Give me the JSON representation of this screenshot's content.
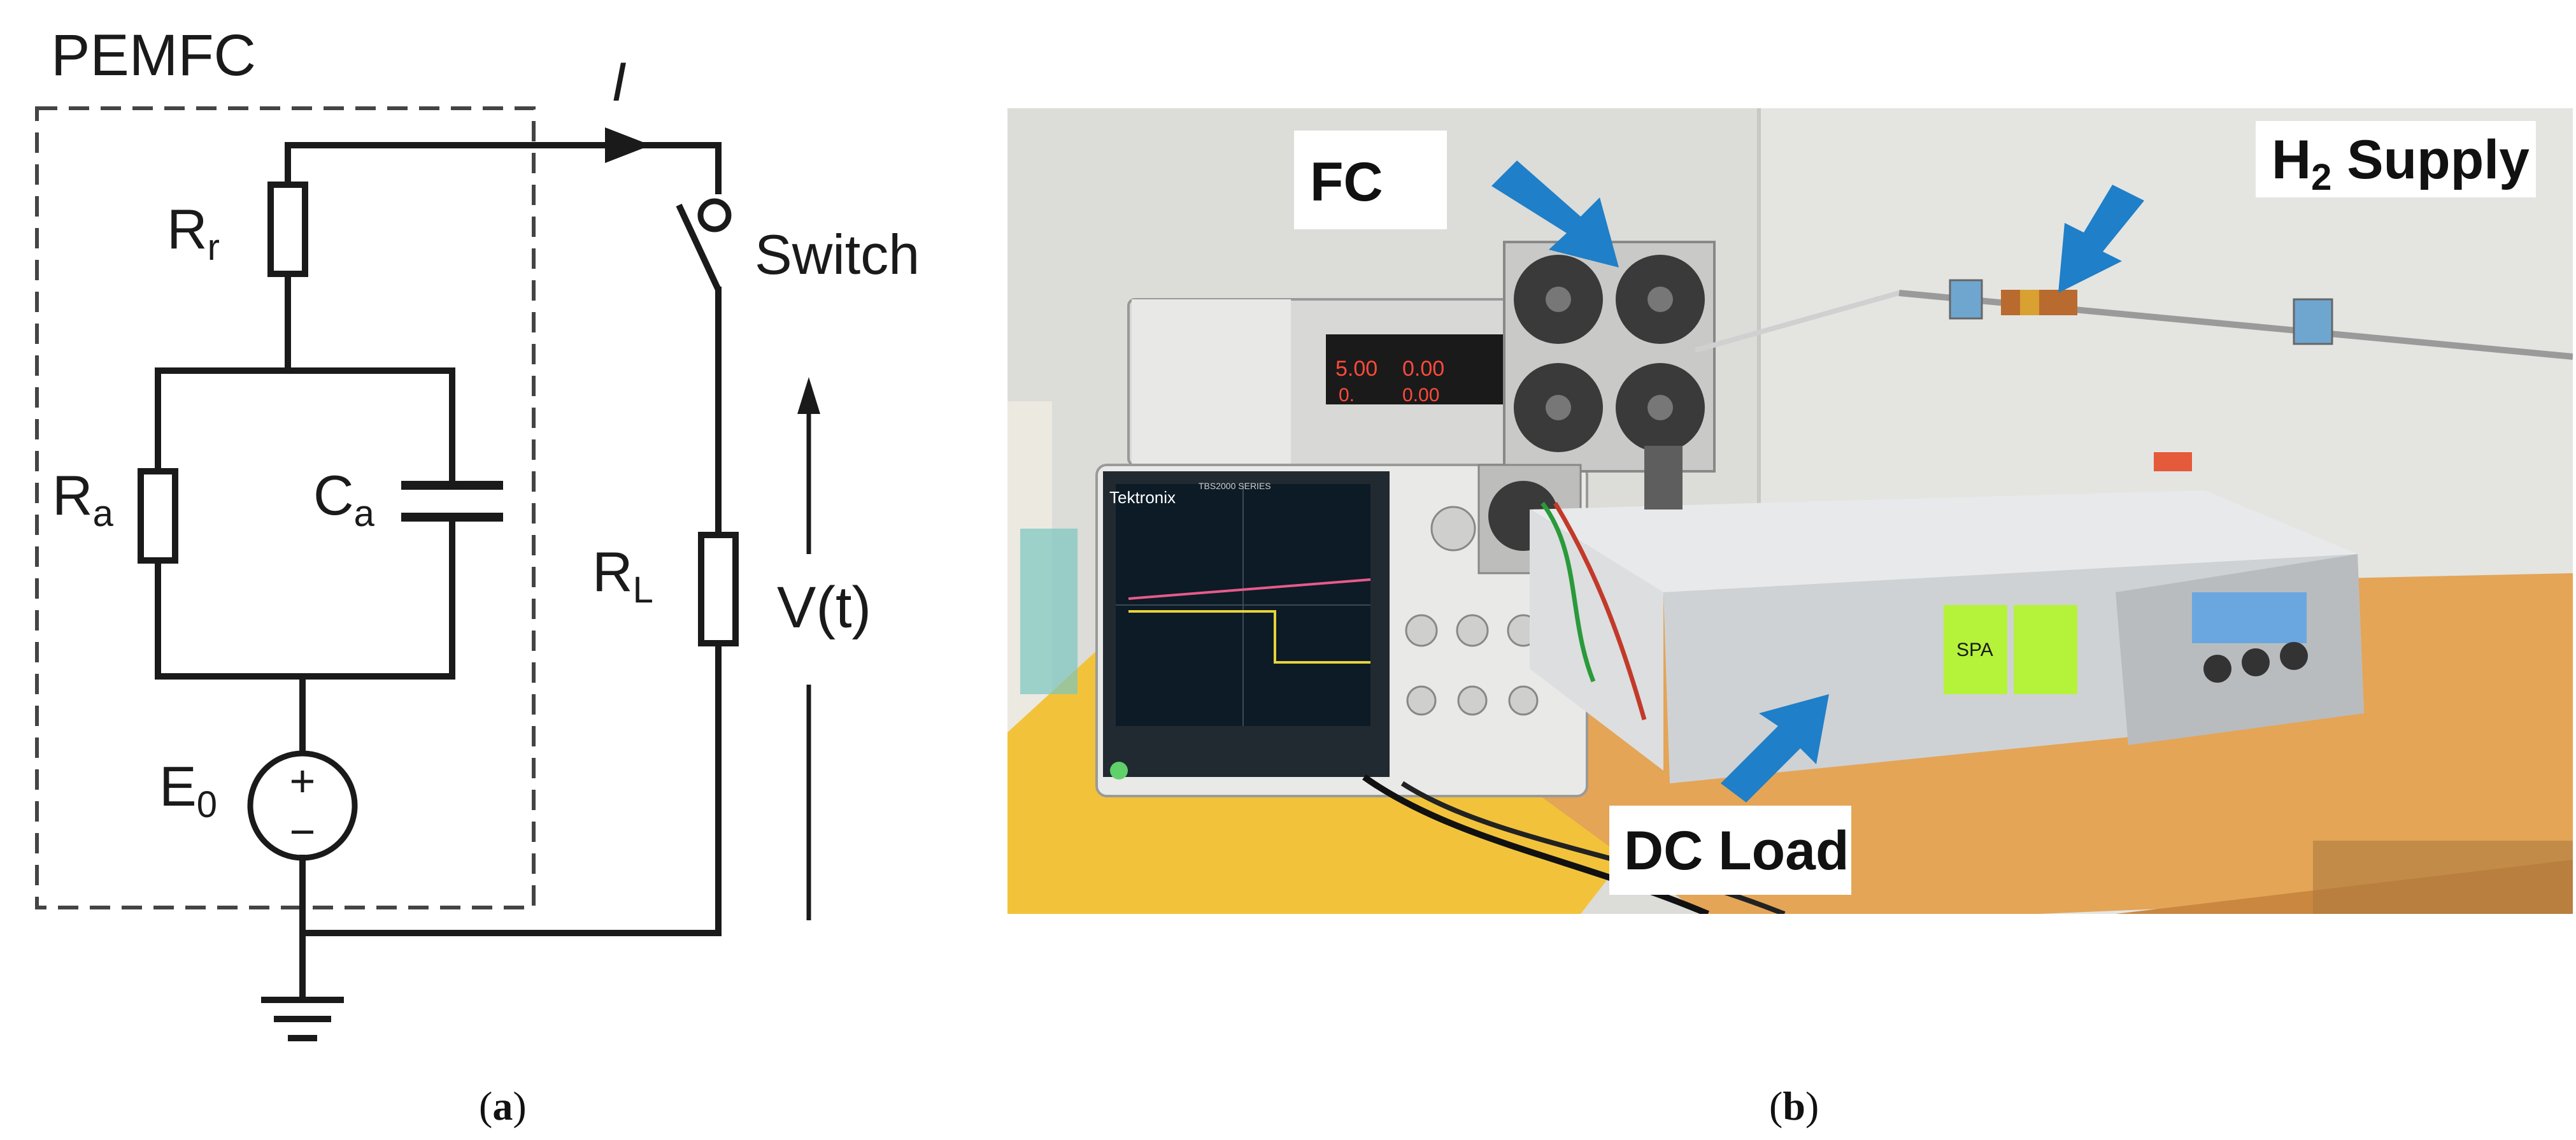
{
  "circuit": {
    "title": "PEMFC",
    "current_label": "I",
    "switch_label": "Switch",
    "resistors": {
      "rr": {
        "main": "R",
        "sub": "r"
      },
      "ra": {
        "main": "R",
        "sub": "a"
      },
      "rl": {
        "main": "R",
        "sub": "L"
      }
    },
    "capacitor": {
      "main": "C",
      "sub": "a"
    },
    "source": {
      "main": "E",
      "sub": "0",
      "plus": "+",
      "minus": "−"
    },
    "voltage_label": "V(t)"
  },
  "photo": {
    "callouts": [
      {
        "id": "fc",
        "text": "FC"
      },
      {
        "id": "h2",
        "main": "H",
        "sub": "2",
        "rest": " Supply"
      },
      {
        "id": "dcload",
        "text": "DC Load"
      }
    ],
    "psu_display": [
      "5.00",
      "0.00",
      "0.",
      "0.00"
    ],
    "scope_brand": "Tektronix",
    "scope_series": "TBS2000 SERIES",
    "load_sticker": "SPA"
  },
  "captions": {
    "left": {
      "open": "(",
      "letter": "a",
      "close": ")"
    },
    "right": {
      "open": "(",
      "letter": "b",
      "close": ")"
    }
  },
  "colors": {
    "arrow_blue": "#1f7fc8",
    "bench_wood": "#e4a557",
    "bench_yellow": "#f2c33a",
    "wall": "#d9d9d6"
  }
}
